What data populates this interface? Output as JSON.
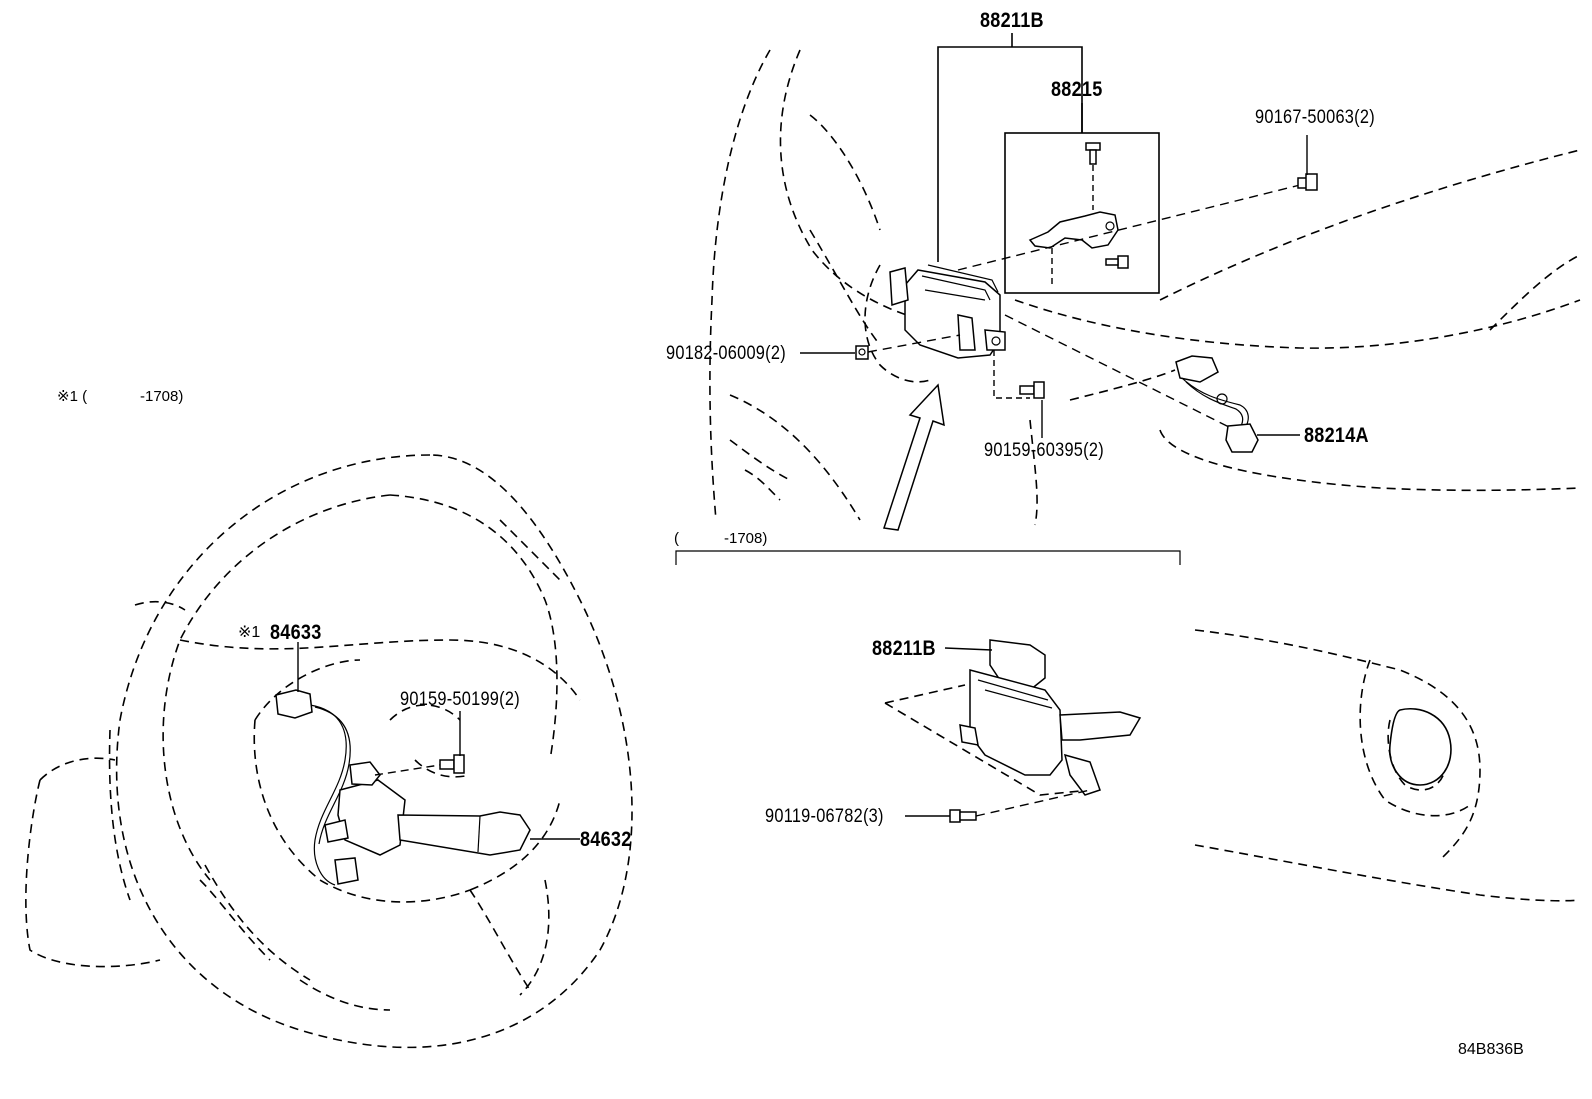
{
  "labels": {
    "p88211B_top": "88211B",
    "p88215": "88215",
    "p90167": "90167-50063(2)",
    "p90182": "90182-06009(2)",
    "p90159_60395": "90159-60395(2)",
    "p88214A": "88214A",
    "p88211B_bottom": "88211B",
    "p90119": "90119-06782(3)",
    "p84633": "84633",
    "p90159_50199": "90159-50199(2)",
    "p84632": "84632"
  },
  "notes": {
    "footnote_marker": "※1 (",
    "footnote_range": "-1708)",
    "section_open": "(",
    "section_range": "-1708)",
    "callout_marker": "※1"
  },
  "drawing_code": "84B836B",
  "icons": [
    "steering-wheel-illustration",
    "radar-sensor-illustration",
    "cruise-control-switch-illustration",
    "bolt-icon",
    "nut-icon",
    "view-arrow-icon"
  ]
}
